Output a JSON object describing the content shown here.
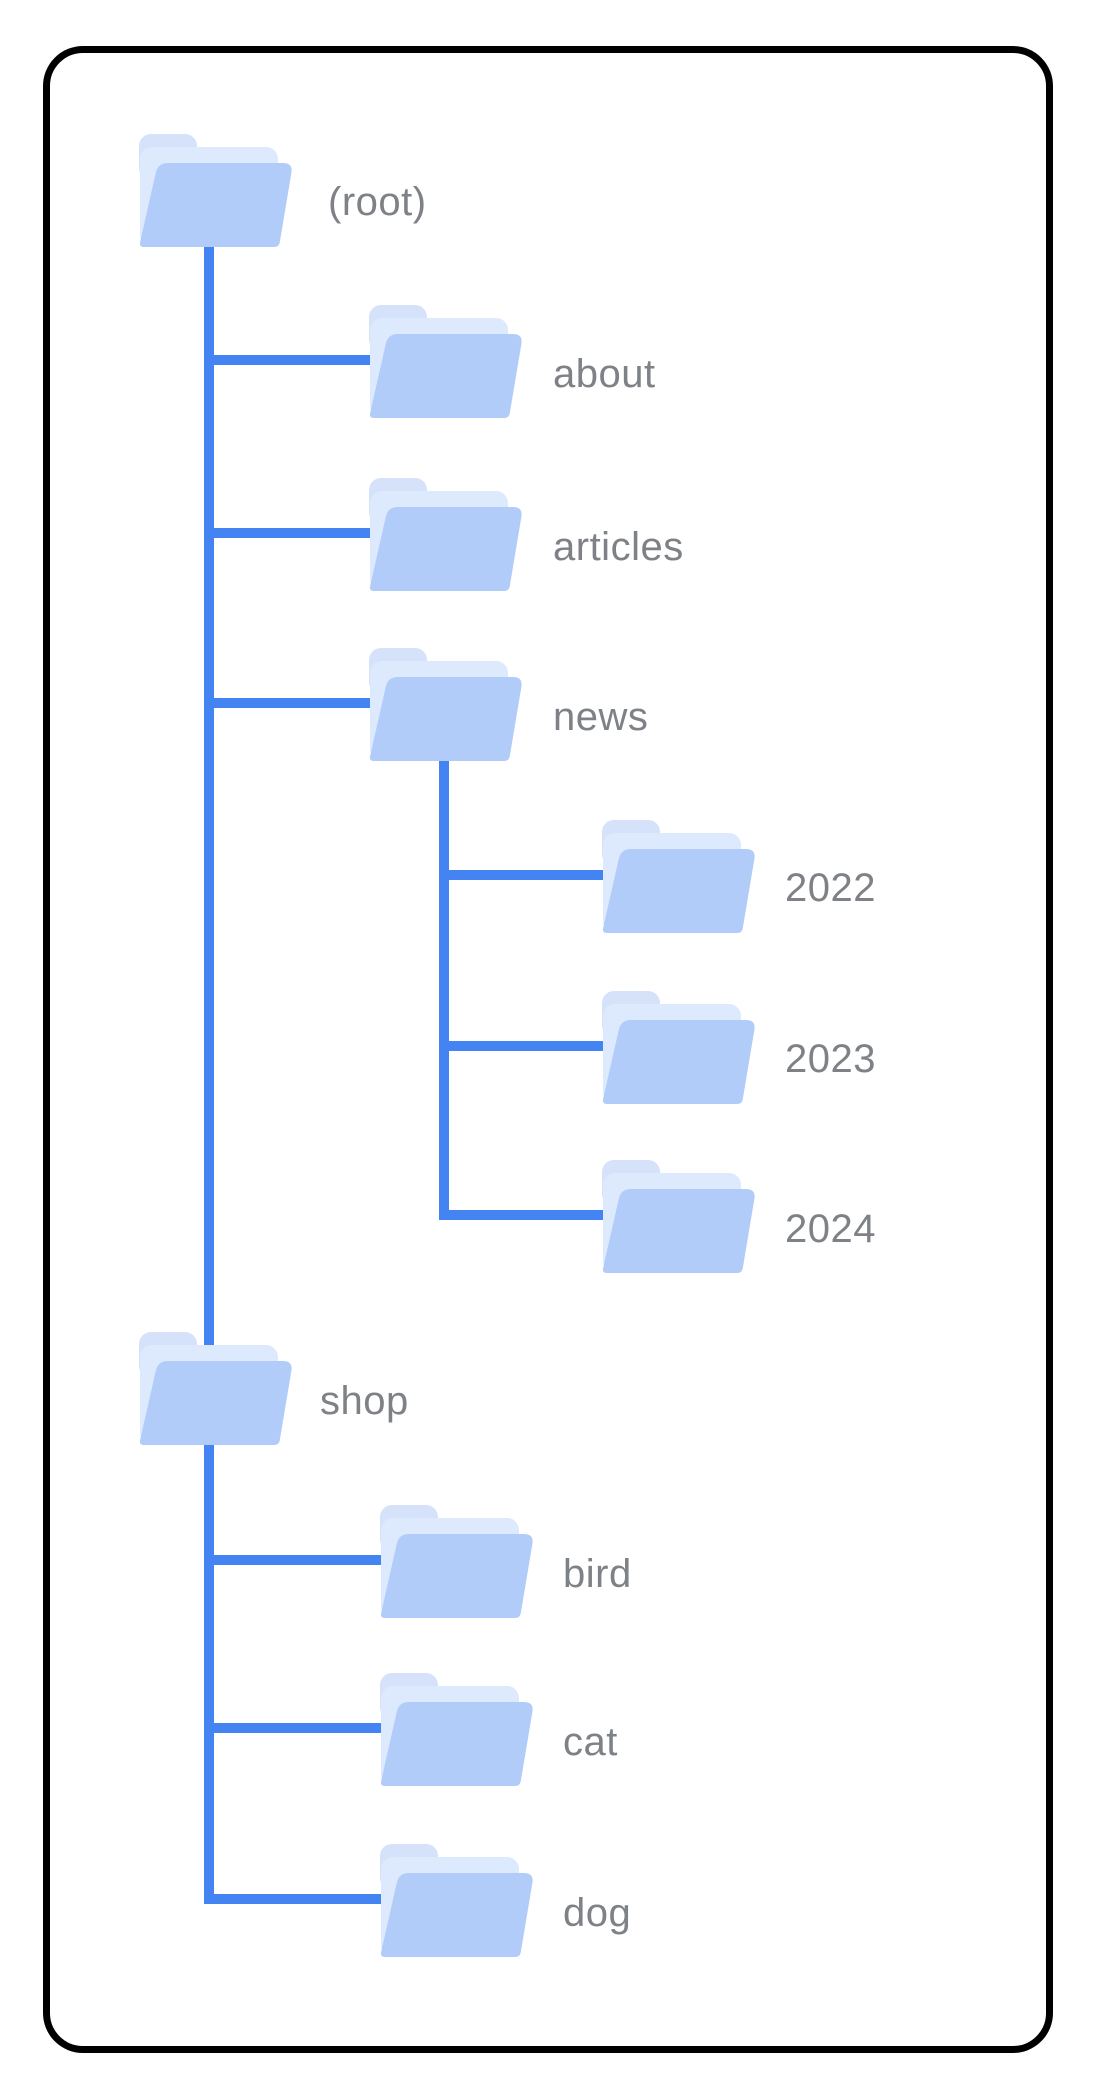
{
  "diagram": {
    "type": "folder-tree",
    "root": {
      "label": "(root)"
    },
    "level1": [
      {
        "label": "about",
        "children": []
      },
      {
        "label": "articles",
        "children": []
      },
      {
        "label": "news",
        "children": [
          {
            "label": "2022"
          },
          {
            "label": "2023"
          },
          {
            "label": "2024"
          }
        ]
      },
      {
        "label": "shop",
        "children": [
          {
            "label": "bird"
          },
          {
            "label": "cat"
          },
          {
            "label": "dog"
          }
        ]
      }
    ]
  },
  "colors": {
    "connector_line": "#4383f2",
    "folder_front": "#b1ccf9",
    "folder_flap": "#dde9fd",
    "folder_tab": "#d5e2fa",
    "label_text": "#7e8286",
    "card_border": "#000000",
    "card_background": "#ffffff"
  }
}
